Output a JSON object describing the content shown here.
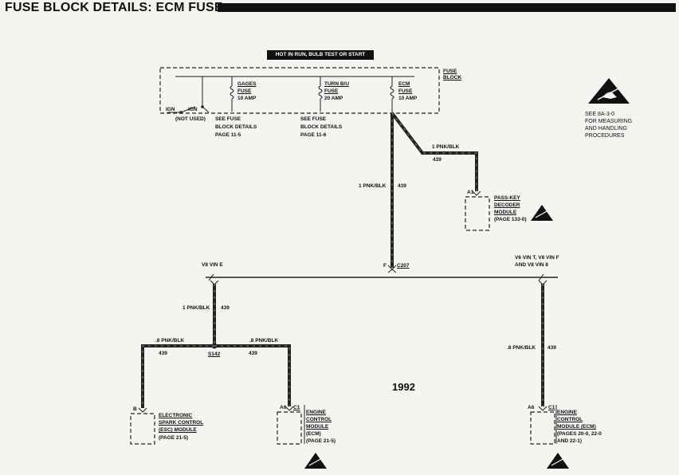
{
  "header": {
    "title": "FUSE BLOCK DETAILS: ECM FUSE"
  },
  "hot_label": "HOT IN RUN, BULB TEST OR START",
  "fuse_block": {
    "label_1": "FUSE",
    "label_2": "BLOCK",
    "ign_left": "IGN",
    "ign_right": "IGN",
    "not_used": "(NOT USED)",
    "fuses": [
      {
        "name_1": "GAGES",
        "name_2": "FUSE",
        "amp": "10 AMP",
        "see_1": "SEE FUSE",
        "see_2": "BLOCK DETAILS",
        "see_3": "PAGE 11-5"
      },
      {
        "name_1": "TURN B/U",
        "name_2": "FUSE",
        "amp": "20 AMP",
        "see_1": "SEE FUSE",
        "see_2": "BLOCK DETAILS",
        "see_3": "PAGE 11-6"
      },
      {
        "name_1": "ECM",
        "name_2": "FUSE",
        "amp": "10 AMP"
      }
    ]
  },
  "esd_note": {
    "line1": "SEE 8A-3-0",
    "line2": "FOR MEASURING",
    "line3": "AND HANDLING",
    "line4": "PROCEDURES"
  },
  "wires": {
    "main_color": "1 PNK/BLK",
    "main_circuit": "439",
    "branch_color": "1 PNK/BLK",
    "branch_circuit": "439",
    "left_drop_color": "1 PNK/BLK",
    "left_drop_circuit": "439",
    "s142_left_color": ".8 PNK/BLK",
    "s142_left_circuit": "439",
    "s142_right_color": ".8 PNK/BLK",
    "s142_right_circuit": "439",
    "right_drop_color": ".8 PNK/BLK",
    "right_drop_circuit": "439"
  },
  "connectors": {
    "c207_pin": "F",
    "c207": "C207",
    "a1": "A1",
    "b": "B",
    "a6_left": "A6",
    "c1_left": "C1",
    "a6_right": "A6",
    "c1_right": "C1"
  },
  "splice": "S142",
  "vin_left": "V8 VIN E",
  "vin_right_1": "V6 VIN T, V8 VIN F",
  "vin_right_2": "AND V8 VIN 8",
  "modules": {
    "passkey": {
      "l1": "PASS-KEY",
      "l2": "DECODER",
      "l3": "MODULE",
      "l4": "(PAGE 133-0)"
    },
    "esc": {
      "l1": "ELECTRONIC",
      "l2": "SPARK CONTROL",
      "l3": "(ESC) MODULE",
      "l4": "(PAGE 21-5)"
    },
    "ecm_left": {
      "l1": "ENGINE",
      "l2": "CONTROL",
      "l3": "MODULE",
      "l4": "(ECM)",
      "l5": "(PAGE 21-5)"
    },
    "ecm_right": {
      "l1": "ENGINE",
      "l2": "CONTROL",
      "l3": "MODULE (ECM)",
      "l4": "(PAGES 20-0, 22-0",
      "l5": "AND 22-1)"
    }
  },
  "year": "1992"
}
